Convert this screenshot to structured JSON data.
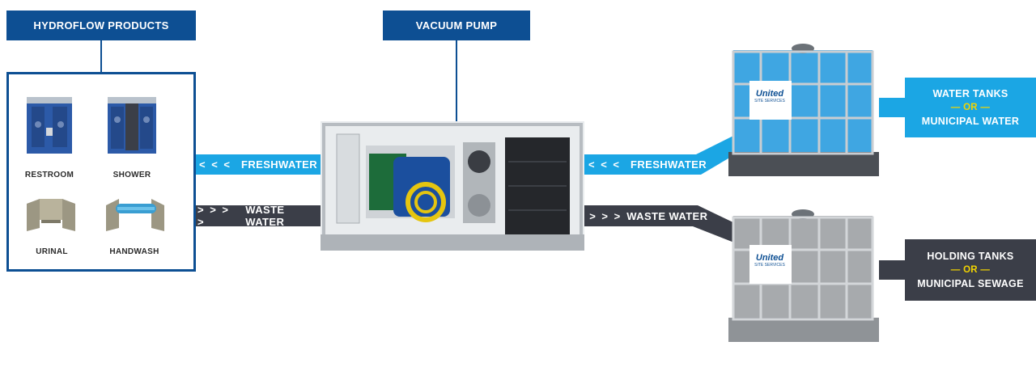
{
  "titles": {
    "products": "HYDROFLOW PRODUCTS",
    "pump": "VACUUM PUMP"
  },
  "products": [
    {
      "label": "RESTROOM",
      "icon": "restroom-unit-icon"
    },
    {
      "label": "SHOWER",
      "icon": "shower-unit-icon"
    },
    {
      "label": "URINAL",
      "icon": "urinal-unit-icon"
    },
    {
      "label": "HANDWASH",
      "icon": "handwash-unit-icon"
    }
  ],
  "flows": {
    "fresh_left": {
      "label": "FRESHWATER",
      "chevrons": "< < <"
    },
    "fresh_right": {
      "label": "FRESHWATER",
      "chevrons": "< < <"
    },
    "waste_left": {
      "label": "WASTE WATER",
      "chevrons": "> > > >"
    },
    "waste_right": {
      "label": "WASTE WATER",
      "chevrons": "> > > >"
    }
  },
  "destinations": {
    "water": {
      "line1": "WATER TANKS",
      "or": "OR",
      "line2": "MUNICIPAL WATER"
    },
    "holding": {
      "line1": "HOLDING TANKS",
      "or": "OR",
      "line2": "MUNICIPAL SEWAGE"
    }
  },
  "tank_logo": {
    "brand": "United",
    "sub": "SITE SERVICES"
  },
  "colors": {
    "brand_blue": "#0d4f93",
    "fresh_blue": "#1ba6e4",
    "waste_dark": "#3b3e48",
    "or_yellow": "#f2d400"
  }
}
